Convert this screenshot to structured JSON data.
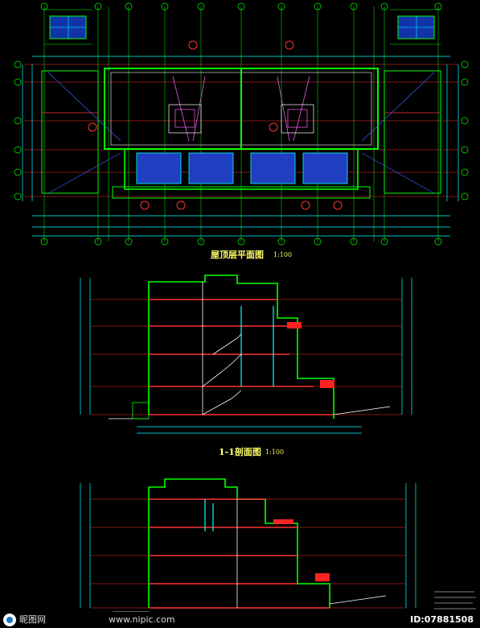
{
  "drawings": {
    "roof_plan": {
      "title": "屋顶层平面图",
      "scale": "1:100"
    },
    "section_1_1": {
      "title": "1-1剖面图",
      "scale": "1:100"
    }
  },
  "watermark": {
    "site": "昵图网",
    "url": "www.nipic.com",
    "id_text": "ID:07881508"
  },
  "colors": {
    "background": "#000000",
    "structure": "#00ff00",
    "dimension": "#00ffff",
    "axis_red": "#ff3333",
    "annotation_white": "#ffffff",
    "title_yellow": "#ffff66",
    "fill_blue": "#2244cc",
    "fill_red": "#ff2222",
    "magenta": "#ff66ff",
    "orange": "#ff9933"
  }
}
